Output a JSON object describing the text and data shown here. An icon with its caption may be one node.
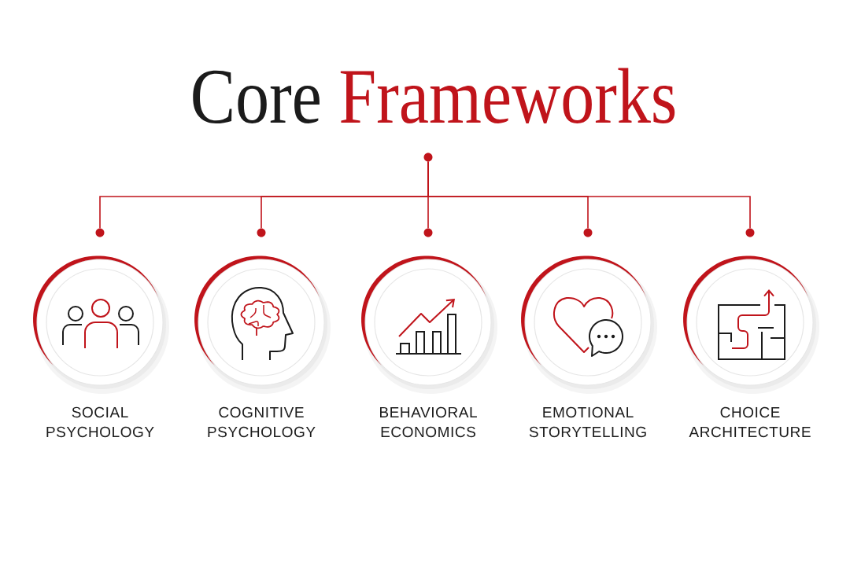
{
  "diagram": {
    "title": "Core Frameworks",
    "nodes": [
      {
        "text": [],
        "shape": "circle"
      },
      {
        "text": [],
        "shape": "circle"
      },
      {
        "text": [],
        "shape": "circle"
      },
      {
        "text": [],
        "shape": "circle"
      },
      {
        "text": [],
        "shape": "circle"
      },
      {
        "text": [],
        "shape": "circle"
      },
      {
        "text": [
          "SOCIAL PSYCHOLOGY"
        ]
      },
      {
        "text": [
          "COGNITIVE PSYCHOLOGY"
        ]
      },
      {
        "text": [
          "BEHAVIORAL ECONOMICS"
        ]
      },
      {
        "text": [
          "EMOTIONAL STORYTELLING"
        ]
      },
      {
        "text": [
          "CHOICE ARCHITECTURE"
        ]
      }
    ],
    "edges": [
      {
        "from": 0,
        "to": 1,
        "arrow": "none"
      },
      {
        "from": 0,
        "to": 2,
        "arrow": "none"
      },
      {
        "from": 0,
        "to": 3,
        "arrow": "none"
      },
      {
        "from": 0,
        "to": 4,
        "arrow": "none"
      },
      {
        "from": 0,
        "to": 5,
        "arrow": "none"
      }
    ]
  }
}
